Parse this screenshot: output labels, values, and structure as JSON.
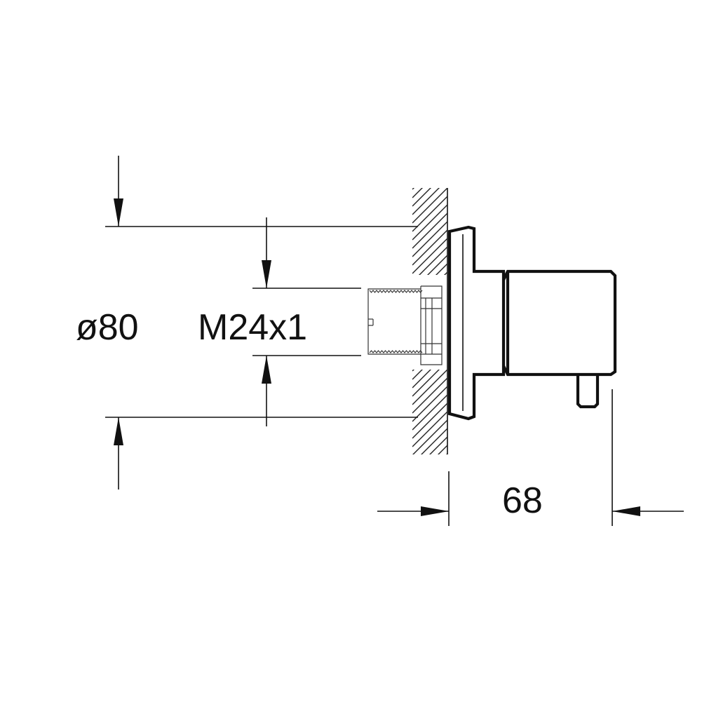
{
  "diagram": {
    "labels": {
      "flange_diameter": "ø80",
      "thread_size": "M24x1",
      "projection_depth": "68"
    },
    "colors": {
      "line": "#111111",
      "background": "#ffffff"
    }
  }
}
